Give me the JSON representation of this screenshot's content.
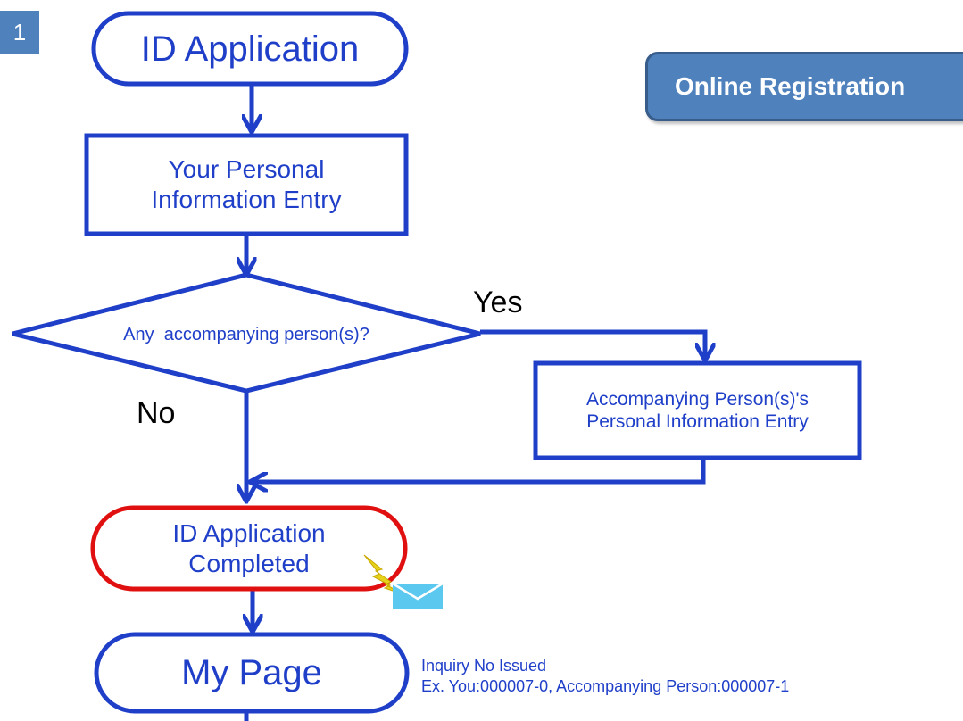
{
  "page_number": "1",
  "banner": {
    "label": "Online Registration"
  },
  "nodes": {
    "start": "ID Application",
    "personal_entry": [
      "Your Personal",
      "Information Entry"
    ],
    "decision": "Any  accompanying person(s)?",
    "accompanying_entry": [
      "Accompanying Person(s)'s",
      "Personal Information Entry"
    ],
    "completed": [
      "ID Application",
      "Completed"
    ],
    "my_page": "My Page"
  },
  "branches": {
    "yes": "Yes",
    "no": "No"
  },
  "note": {
    "line1": "Inquiry No Issued",
    "line2": "Ex. You:000007-0, Accompanying Person:000007-1"
  },
  "colors": {
    "flow_blue": "#1f3fc9",
    "completed_border": "#e01010",
    "banner_fill": "#4f81bd",
    "mail_icon": "#5bc8f0",
    "lightning": "#e6d21a"
  }
}
